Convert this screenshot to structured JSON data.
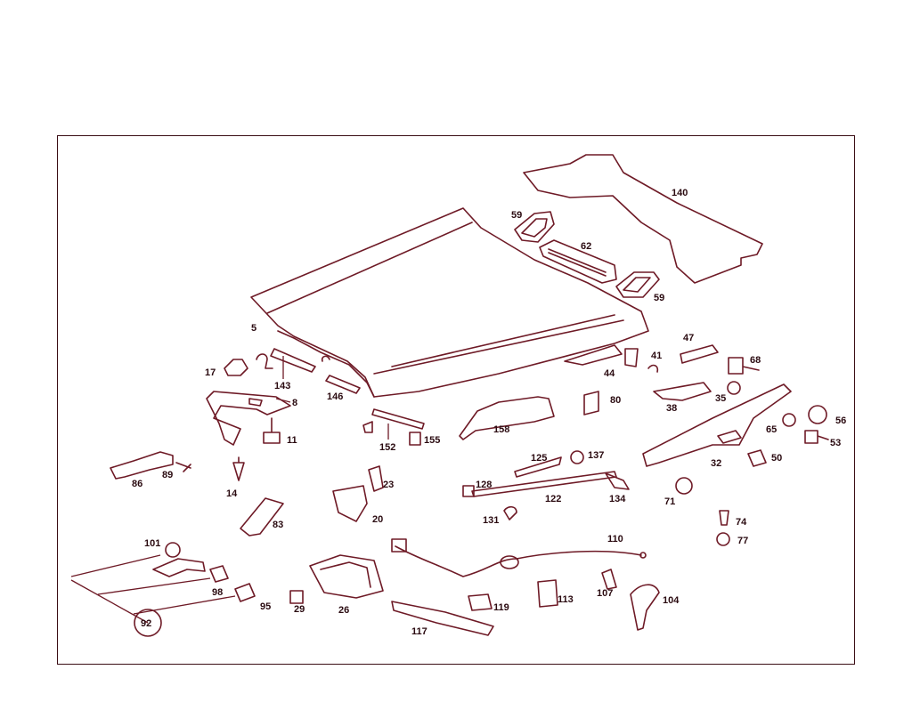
{
  "colors": {
    "line": "#6e1a26",
    "text": "#2a0a10",
    "frame": "#3a0d14",
    "background": "#ffffff"
  },
  "callouts": {
    "p5": "5",
    "p8": "8",
    "p11": "11",
    "p14": "14",
    "p17": "17",
    "p20": "20",
    "p23": "23",
    "p26": "26",
    "p29": "29",
    "p32": "32",
    "p35": "35",
    "p38": "38",
    "p41": "41",
    "p44": "44",
    "p47": "47",
    "p50": "50",
    "p53": "53",
    "p56": "56",
    "p59a": "59",
    "p59b": "59",
    "p62": "62",
    "p65": "65",
    "p68": "68",
    "p71": "71",
    "p74": "74",
    "p77": "77",
    "p80": "80",
    "p83": "83",
    "p86": "86",
    "p89": "89",
    "p92": "92",
    "p95": "95",
    "p98": "98",
    "p101": "101",
    "p104": "104",
    "p107": "107",
    "p110": "110",
    "p113": "113",
    "p117": "117",
    "p119": "119",
    "p122": "122",
    "p125": "125",
    "p128": "128",
    "p131": "131",
    "p134": "134",
    "p137": "137",
    "p140": "140",
    "p143": "143",
    "p146": "146",
    "p152": "152",
    "p155": "155",
    "p158": "158"
  }
}
